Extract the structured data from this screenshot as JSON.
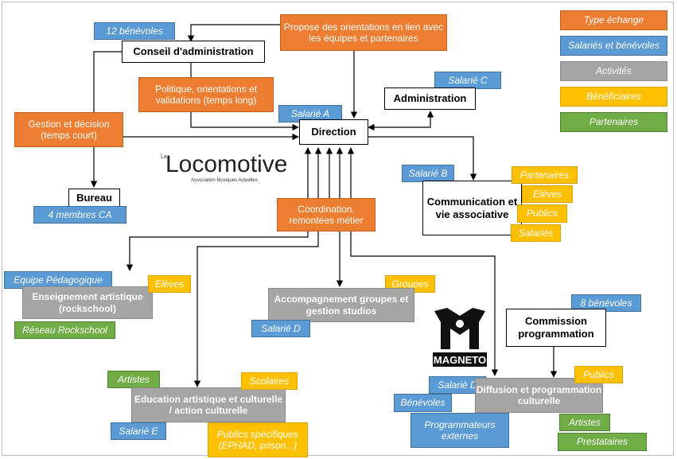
{
  "legend": {
    "type_echange": "Type échange",
    "salaries_benevoles": "Salariés et bénévoles",
    "activites": "Activités",
    "beneficiaires": "Bénéficiaires",
    "partenaires": "Partenaires"
  },
  "nodes": {
    "conseil": "Conseil d'administration",
    "conseil_benevoles": "12 bénévoles",
    "propose": "Propose des orientations en lien avec les équipes et partenaires",
    "politique": "Politique, orientations et validations (temps long)",
    "gestion": "Gestion et décision (temps court)",
    "salarie_a": "Salarié A",
    "direction": "Direction",
    "salarie_c": "Salarié C",
    "administration": "Administration",
    "bureau": "Bureau",
    "bureau_membres": "4 membres CA",
    "coordination": "Coordination, remontées métier",
    "salarie_b": "Salarié B",
    "communication": "Communication et vie associative",
    "comm_partenaires": "Partenaires",
    "comm_eleves": "Elèves",
    "comm_publics": "Publics",
    "comm_salaries": "Salariés",
    "equipe_pedagogique": "Equipe Pédagogique",
    "enseignement": "Enseignement artistique (rockschool)",
    "ens_eleves": "Elèves",
    "reseau_rockschool": "Réseau Rockschool",
    "accompagnement": "Accompagnement groupes et gestion studios",
    "groupes": "Groupes",
    "salarie_d1": "Salarié D",
    "commission": "Commission programmation",
    "commission_benevoles": "8 bénévoles",
    "artistes_edu": "Artistes",
    "education": "Education artistique et culturelle / action culturelle",
    "scolaires": "Scolaires",
    "salarie_e": "Salarié E",
    "publics_specifiques": "Publics spécifiques (EPHAD, prison...)",
    "salarie_d2": "Salarié D",
    "diffusion": "Diffusion et programmation culturelle",
    "benevoles": "Bénévoles",
    "programmateurs": "Programmateurs externes",
    "diff_publics": "Publics",
    "diff_artistes": "Artistes",
    "prestataires": "Prestataires"
  },
  "logos": {
    "locomotive_prefix": "La",
    "locomotive": "Locomotive",
    "locomotive_sub": "Association Musiques Actuelles",
    "magneto": "MAGNETO"
  },
  "colors": {
    "orange": "#ed7d31",
    "blue": "#5b9bd5",
    "gray": "#a5a5a5",
    "yellow": "#ffc000",
    "green": "#70ad47"
  }
}
